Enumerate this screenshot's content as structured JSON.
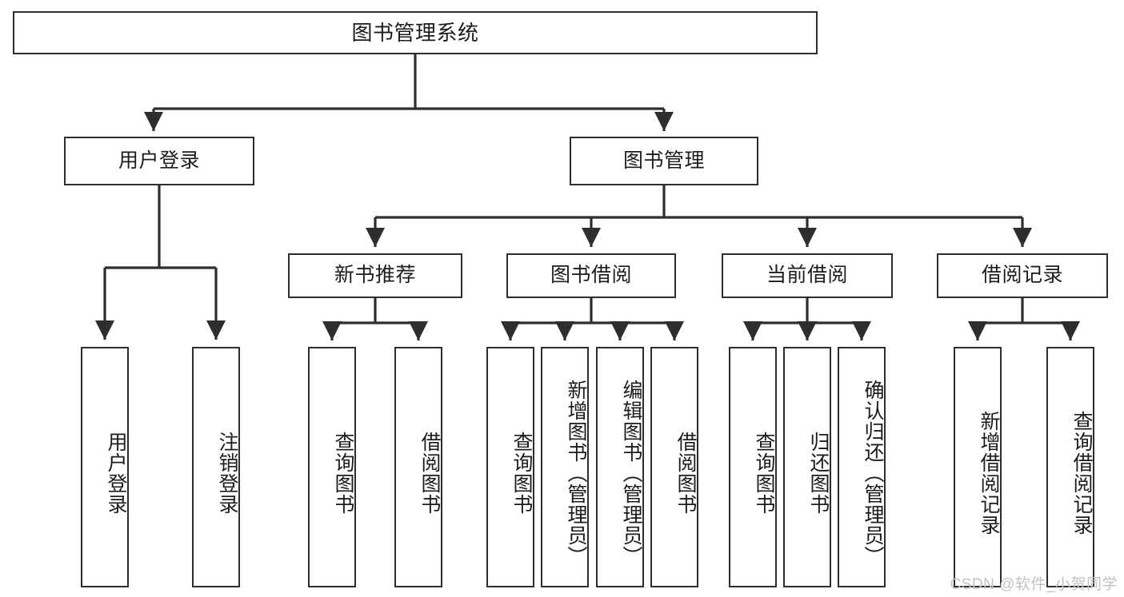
{
  "diagram": {
    "title": "图书管理系统",
    "type": "hierarchy-tree",
    "root": {
      "id": "root",
      "label": "图书管理系统"
    },
    "level2": [
      {
        "id": "user-login",
        "label": "用户登录"
      },
      {
        "id": "book-manage",
        "label": "图书管理"
      }
    ],
    "level3": [
      {
        "id": "new-book-rec",
        "label": "新书推荐",
        "parent": "book-manage"
      },
      {
        "id": "book-borrow",
        "label": "图书借阅",
        "parent": "book-manage"
      },
      {
        "id": "current-borrow",
        "label": "当前借阅",
        "parent": "book-manage"
      },
      {
        "id": "borrow-record",
        "label": "借阅记录",
        "parent": "book-manage"
      }
    ],
    "leaves": {
      "user_login": [
        {
          "id": "leaf-user-login",
          "label": "用户登录"
        },
        {
          "id": "leaf-logout",
          "label": "注销登录"
        }
      ],
      "new_book_rec": [
        {
          "id": "leaf-query-book-1",
          "label": "查询图书"
        },
        {
          "id": "leaf-borrow-book-1",
          "label": "借阅图书"
        }
      ],
      "book_borrow": [
        {
          "id": "leaf-query-book-2",
          "label": "查询图书"
        },
        {
          "id": "leaf-add-book",
          "label": "新增图书（管理员）"
        },
        {
          "id": "leaf-edit-book",
          "label": "编辑图书（管理员）"
        },
        {
          "id": "leaf-borrow-book-2",
          "label": "借阅图书"
        }
      ],
      "current_borrow": [
        {
          "id": "leaf-query-book-3",
          "label": "查询图书"
        },
        {
          "id": "leaf-return-book",
          "label": "归还图书"
        },
        {
          "id": "leaf-confirm-return",
          "label": "确认归还（管理员）"
        }
      ],
      "borrow_record": [
        {
          "id": "leaf-add-record",
          "label": "新增借阅记录"
        },
        {
          "id": "leaf-query-record",
          "label": "查询借阅记录"
        }
      ]
    },
    "colors": {
      "stroke": "#2e2e2e",
      "fill": "#ffffff",
      "text": "#1c1c1c",
      "watermark": "#c2c2c2"
    }
  },
  "watermark": {
    "text": "CSDN @软件_小贺同学"
  }
}
